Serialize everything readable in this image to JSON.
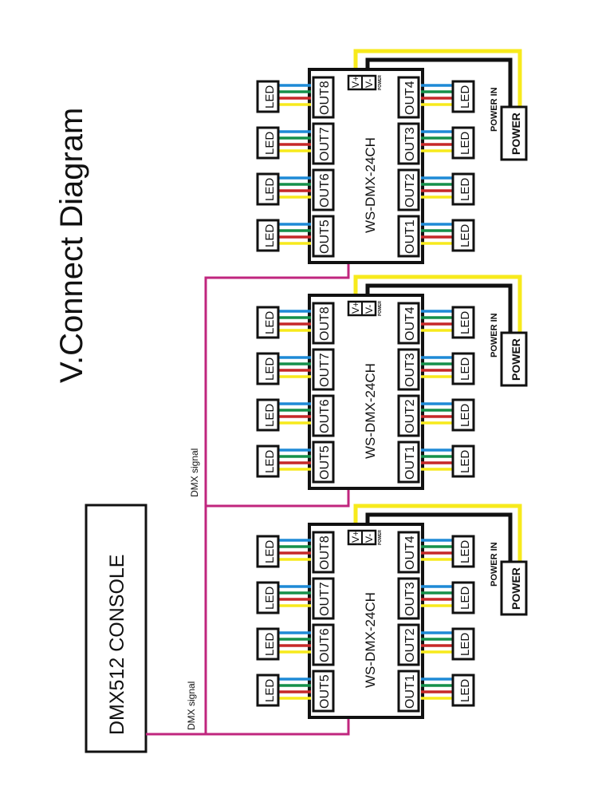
{
  "title": "V.Connect Diagram",
  "console": {
    "label": "DMX512 CONSOLE"
  },
  "signal_labels": [
    "DMX  signal",
    "DMX  signal"
  ],
  "colors": {
    "dmx_line": "#c0267e",
    "wire_blue": "#1e8ad6",
    "wire_green": "#15904a",
    "wire_red": "#c62828",
    "wire_yellow": "#f7ea1c",
    "power_positive": "#f7ea1c",
    "power_negative": "#111111"
  },
  "units": [
    {
      "model": "WS-DMX-24CH",
      "terminals": [
        "V+",
        "V-"
      ],
      "terminal_caption": "POWER",
      "outputs_left": [
        "OUT8",
        "OUT7",
        "OUT6",
        "OUT5"
      ],
      "outputs_right": [
        "OUT4",
        "OUT3",
        "OUT2",
        "OUT1"
      ],
      "led_label": "LED",
      "power_in_label": "POWER IN",
      "power_box_label": "POWER"
    },
    {
      "model": "WS-DMX-24CH",
      "terminals": [
        "V+",
        "V-"
      ],
      "terminal_caption": "POWER",
      "outputs_left": [
        "OUT8",
        "OUT7",
        "OUT6",
        "OUT5"
      ],
      "outputs_right": [
        "OUT4",
        "OUT3",
        "OUT2",
        "OUT1"
      ],
      "led_label": "LED",
      "power_in_label": "POWER IN",
      "power_box_label": "POWER"
    },
    {
      "model": "WS-DMX-24CH",
      "terminals": [
        "V+",
        "V-"
      ],
      "terminal_caption": "POWER",
      "outputs_left": [
        "OUT8",
        "OUT7",
        "OUT6",
        "OUT5"
      ],
      "outputs_right": [
        "OUT4",
        "OUT3",
        "OUT2",
        "OUT1"
      ],
      "led_label": "LED",
      "power_in_label": "POWER IN",
      "power_box_label": "POWER"
    }
  ]
}
